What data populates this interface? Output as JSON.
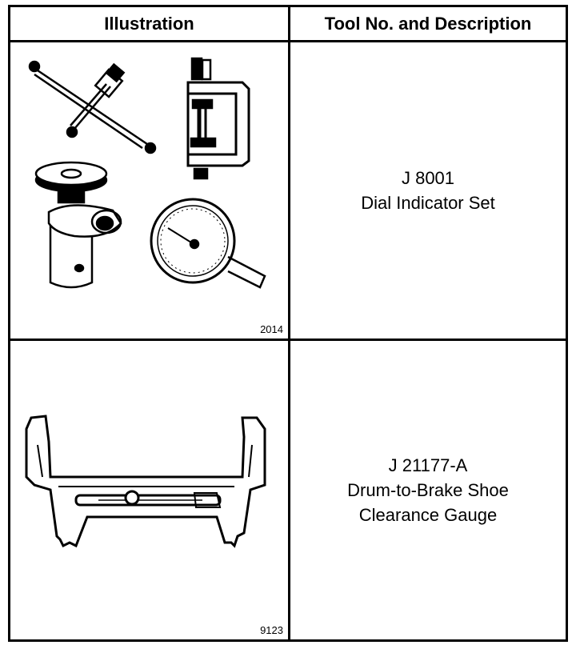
{
  "table": {
    "headers": {
      "illustration": "Illustration",
      "tool": "Tool No. and Description"
    },
    "rows": [
      {
        "figure_number": "2014",
        "tool_number": "J 8001",
        "description_lines": [
          "Dial Indicator Set"
        ],
        "illustration_icon": "dial-indicator-set-icon"
      },
      {
        "figure_number": "9123",
        "tool_number": "J 21177-A",
        "description_lines": [
          "Drum-to-Brake Shoe",
          "Clearance Gauge"
        ],
        "illustration_icon": "clearance-gauge-icon"
      }
    ]
  }
}
